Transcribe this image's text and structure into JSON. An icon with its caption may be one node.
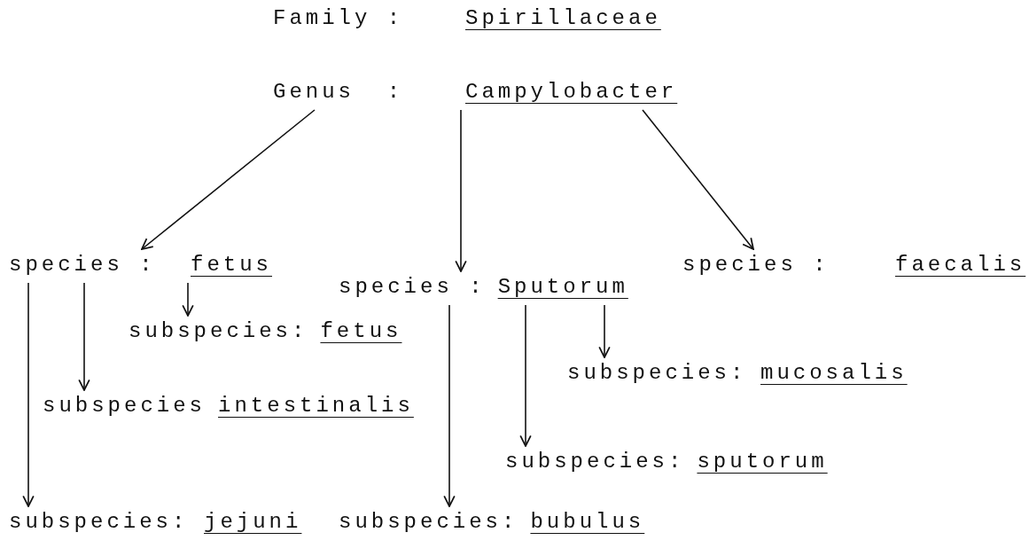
{
  "diagram": {
    "nodes": [
      {
        "text": [
          "Family :",
          "Spirillaceae"
        ]
      },
      {
        "text": [
          "Genus  :",
          "Campylobacter"
        ]
      },
      {
        "text": [
          "species :",
          "fetus"
        ]
      },
      {
        "text": [
          "species :",
          "Sputorum"
        ]
      },
      {
        "text": [
          "species :",
          "faecalis"
        ]
      },
      {
        "text": [
          "subspecies:",
          "fetus"
        ]
      },
      {
        "text": [
          "subspecies",
          "intestinalis"
        ]
      },
      {
        "text": [
          "subspecies:",
          "jejuni"
        ]
      },
      {
        "text": [
          "subspecies:",
          "mucosalis"
        ]
      },
      {
        "text": [
          "subspecies:",
          "sputorum"
        ]
      },
      {
        "text": [
          "subspecies:",
          "bubulus"
        ]
      }
    ],
    "edges": [
      {
        "from": 1,
        "to": 2,
        "arrow": "to"
      },
      {
        "from": 1,
        "to": 3,
        "arrow": "to"
      },
      {
        "from": 1,
        "to": 4,
        "arrow": "to"
      },
      {
        "from": 2,
        "to": 7,
        "arrow": "to"
      },
      {
        "from": 2,
        "to": 6,
        "arrow": "to"
      },
      {
        "from": 2,
        "to": 5,
        "arrow": "to"
      },
      {
        "from": 3,
        "to": 10,
        "arrow": "to"
      },
      {
        "from": 3,
        "to": 9,
        "arrow": "to"
      },
      {
        "from": 3,
        "to": 8,
        "arrow": "to"
      }
    ]
  }
}
